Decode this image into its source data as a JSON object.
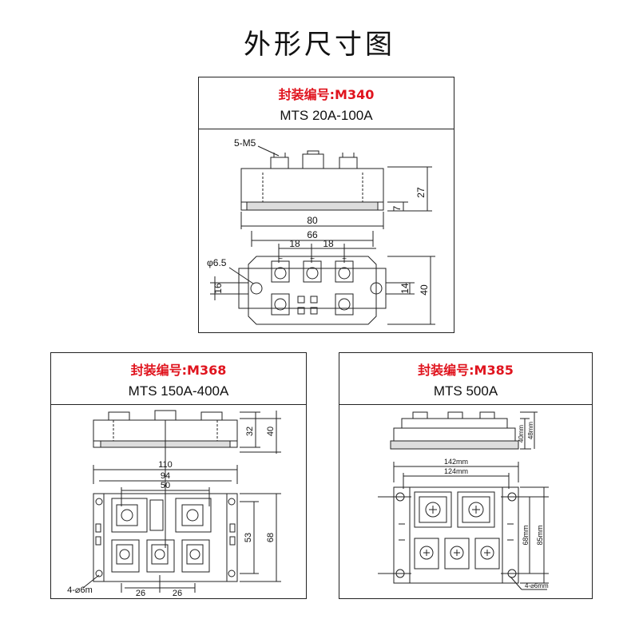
{
  "page": {
    "title": "外形尺寸图"
  },
  "packages": [
    {
      "code_label": "封装编号:M340",
      "model": "MTS 20A-100A",
      "dims": {
        "thread": "5-M5",
        "h": "27",
        "base": "7",
        "len": "80",
        "pitch": "66",
        "t1": "18",
        "t2": "18",
        "hole": "φ6.5",
        "d16": "16",
        "d14": "14",
        "w": "40",
        "tilde1": "~",
        "tilde2": "~",
        "tilde3": "~"
      }
    },
    {
      "code_label": "封装编号:M368",
      "model": "MTS 150A-400A",
      "dims": {
        "h1": "32",
        "h2": "40",
        "len": "110",
        "p1": "94",
        "p2": "50",
        "v1": "53",
        "v2": "68",
        "holes": "4-⌀6m",
        "b1": "26",
        "b2": "26"
      }
    },
    {
      "code_label": "封装编号:M385",
      "model": "MTS 500A",
      "dims": {
        "h1": "40mm",
        "h2": "48mm",
        "len": "142mm",
        "pitch": "124mm",
        "v1": "68mm",
        "v2": "85mm",
        "holes": "4-⌀6mm"
      }
    }
  ]
}
